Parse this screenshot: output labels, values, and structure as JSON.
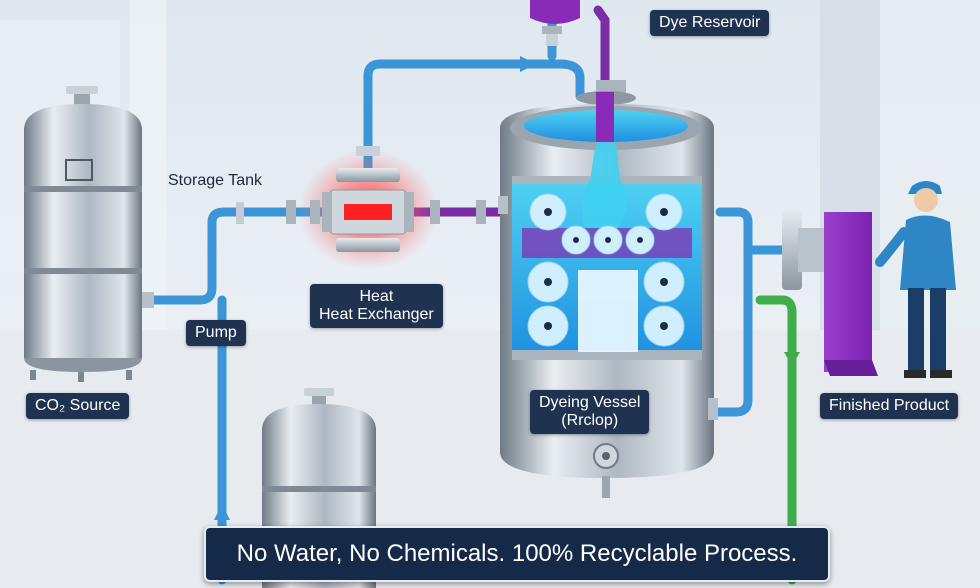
{
  "labels": {
    "dye_reservoir": "Dye Reservoir",
    "storage_tank": "Storage Tank",
    "heat_line1": "Heat",
    "heat_line2": "Heat Exchanger",
    "pump": "Pump",
    "co2_source": "CO₂ Source",
    "dyeing_vessel_line1": "Dyeing Vessel",
    "dyeing_vessel_line2": "(Rrclop)",
    "finished_product": "Finished Product"
  },
  "banner": "No Water, No Chemicals. 100% Recyclable Process.",
  "colors": {
    "pipe_blue": "#3c95d6",
    "pipe_purple": "#7a2ea6",
    "pipe_green": "#3fae4a",
    "heat_glow": "#ff3b3b",
    "dye_purple": "#8a2bb8",
    "steel": "#b8c2cc",
    "label_bg": "#1f3350"
  }
}
